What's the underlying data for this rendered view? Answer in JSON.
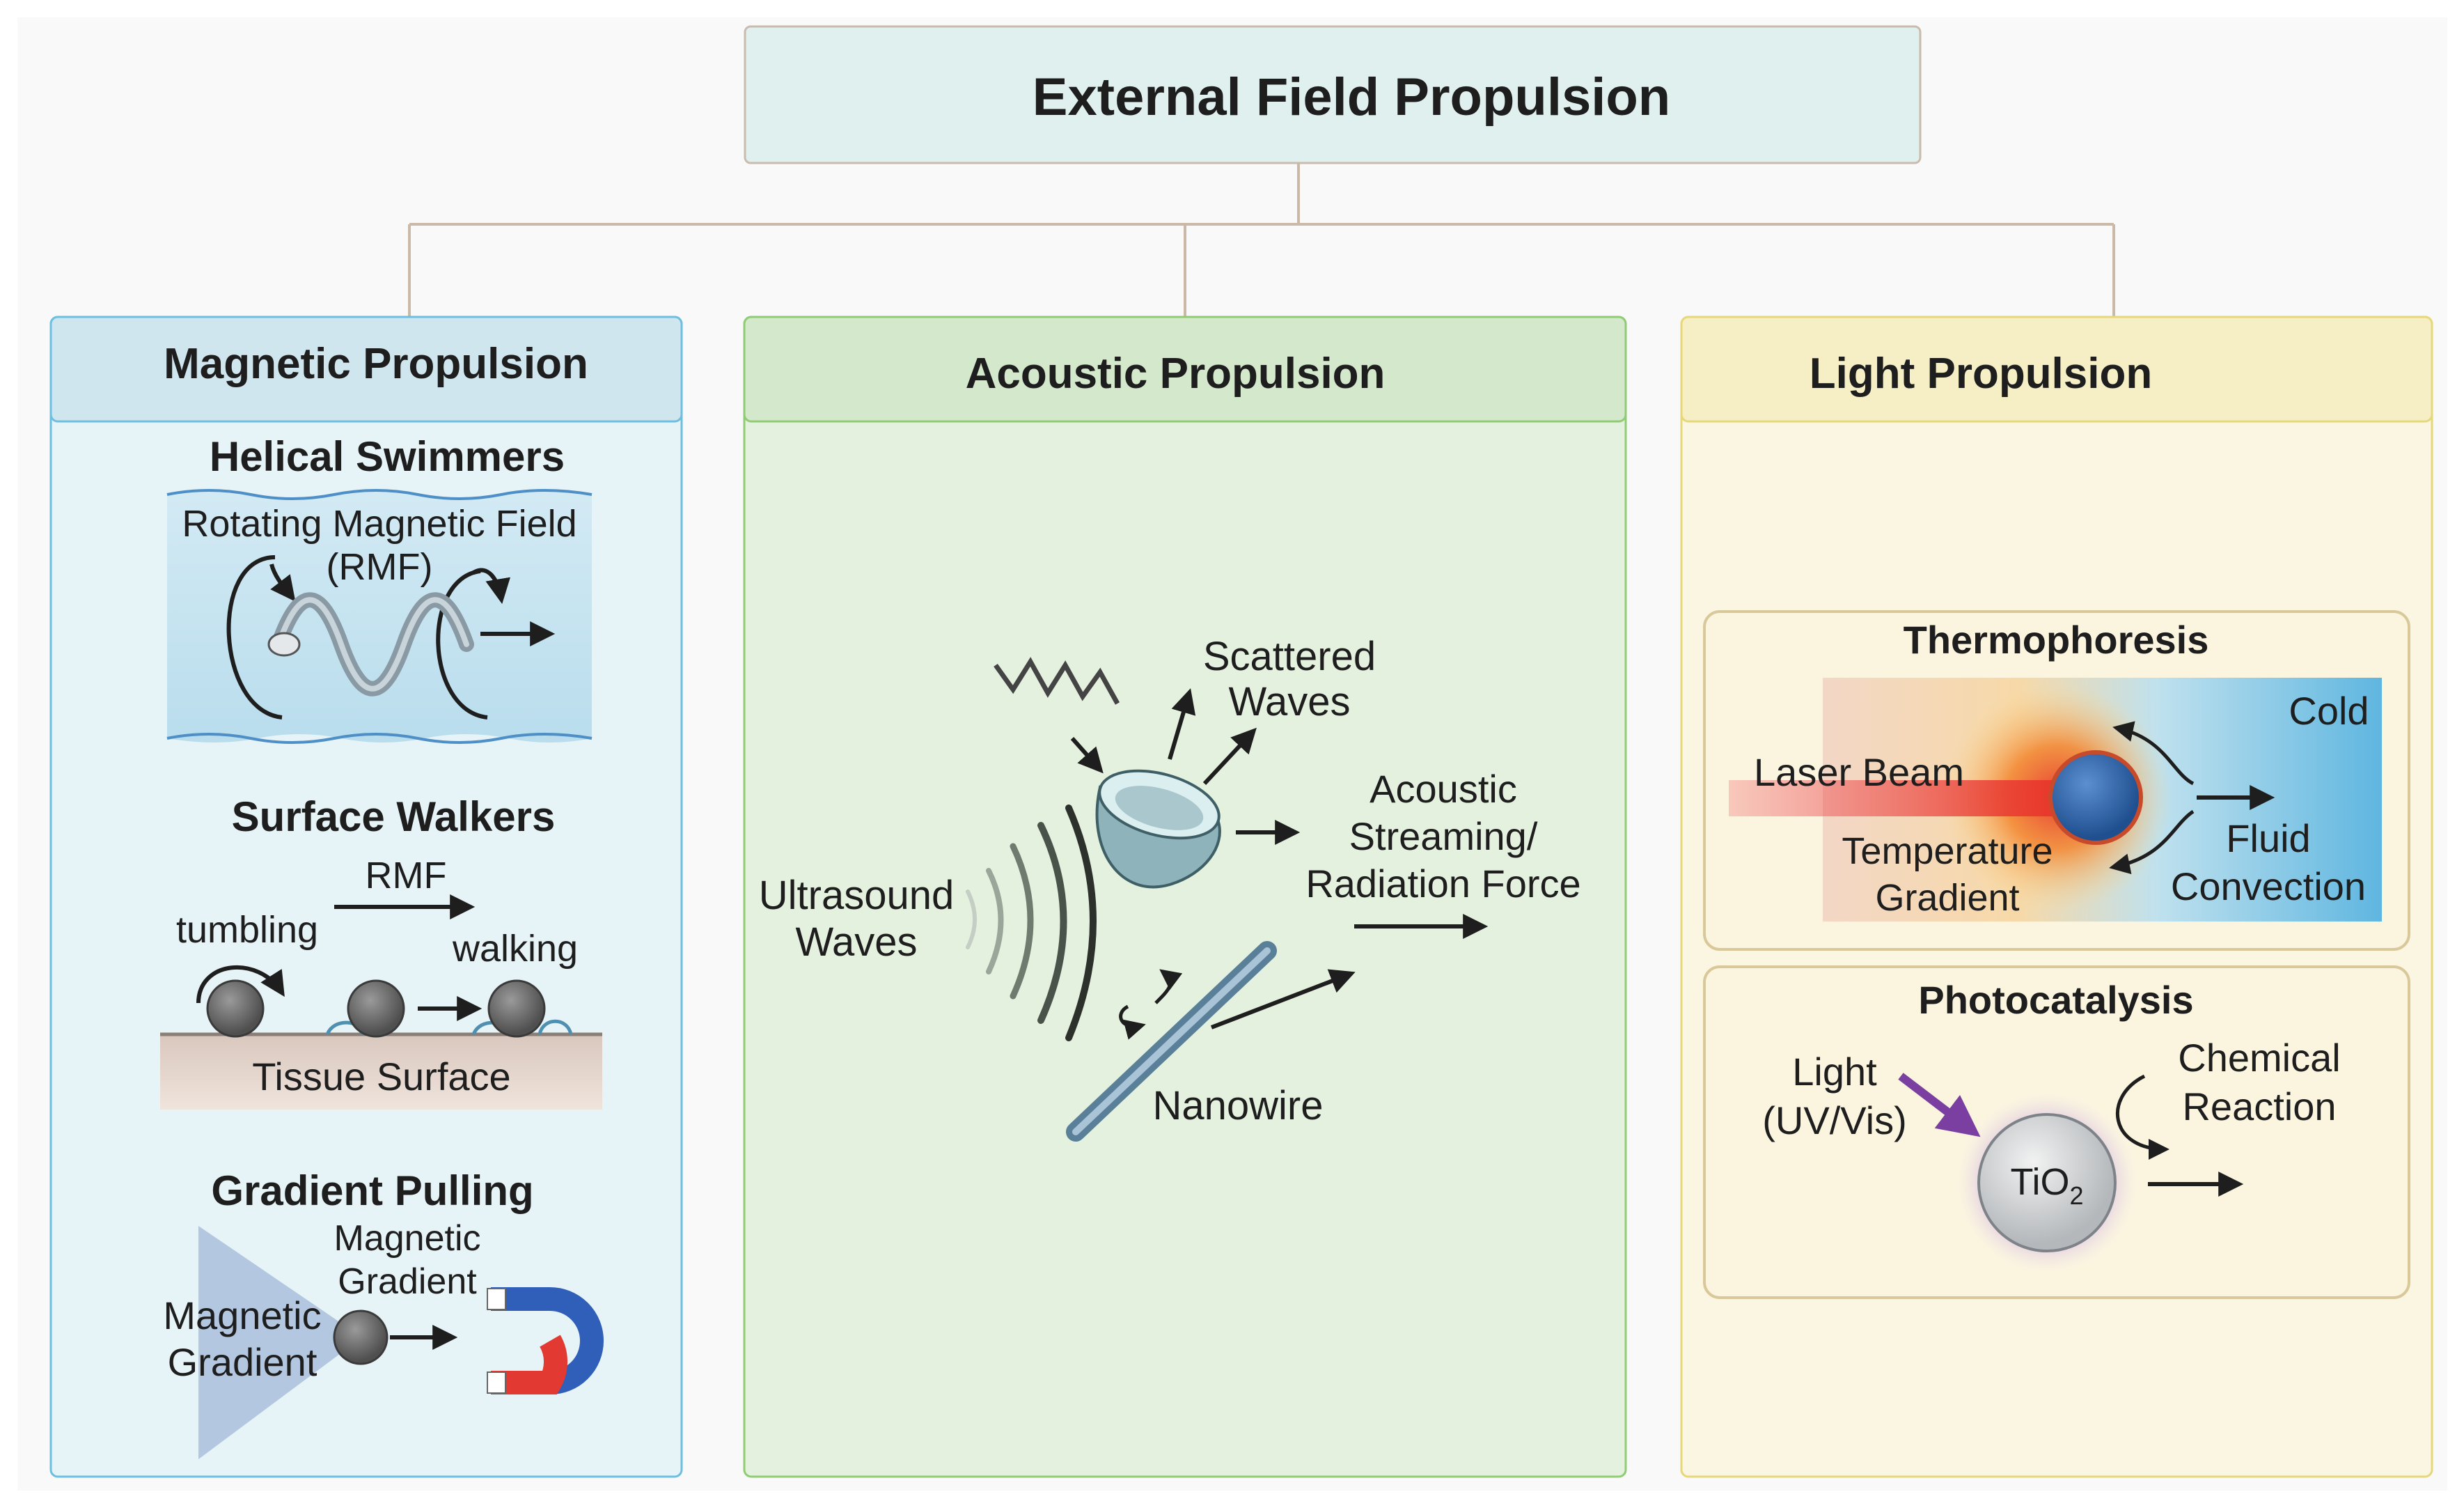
{
  "title": "External Field Propulsion",
  "magnetic": {
    "header": "Magnetic Propulsion",
    "helical": {
      "title": "Helical Swimmers",
      "field_line1": "Rotating Magnetic Field",
      "field_line2": "(RMF)"
    },
    "walkers": {
      "title": "Surface Walkers",
      "rmf": "RMF",
      "tumbling": "tumbling",
      "walking": "walking",
      "surface": "Tissue Surface"
    },
    "gradient": {
      "title": "Gradient Pulling",
      "top_line1": "Magnetic",
      "top_line2": "Gradient",
      "left_line1": "Magnetic",
      "left_line2": "Gradient"
    }
  },
  "acoustic": {
    "header": "Acoustic Propulsion",
    "scattered_line1": "Scattered",
    "scattered_line2": "Waves",
    "streaming_line1": "Acoustic",
    "streaming_line2": "Streaming/",
    "streaming_line3": "Radiation Force",
    "ultrasound_line1": "Ultrasound",
    "ultrasound_line2": "Waves",
    "nanowire": "Nanowire"
  },
  "light": {
    "header": "Light Propulsion",
    "thermo": {
      "title": "Thermophoresis",
      "cold": "Cold",
      "laser": "Laser Beam",
      "temp_line1": "Temperature",
      "temp_line2": "Gradient",
      "fluid_line1": "Fluid",
      "fluid_line2": "Convection"
    },
    "photo": {
      "title": "Photocatalysis",
      "light_line1": "Light",
      "light_line2": "(UV/Vis)",
      "chem_line1": "Chemical",
      "chem_line2": "Reaction",
      "particle": "TiO",
      "particle_sub": "2"
    }
  },
  "colors": {
    "title_fill": "#dff0ef",
    "magnetic_fill": "#e6f3f7",
    "magnetic_header": "#cfe6ef",
    "acoustic_fill": "#e5f1df",
    "acoustic_header": "#d4e9cc",
    "light_fill": "#fbf6e2",
    "light_header": "#f6efc6",
    "connector": "#cbb9a8"
  }
}
